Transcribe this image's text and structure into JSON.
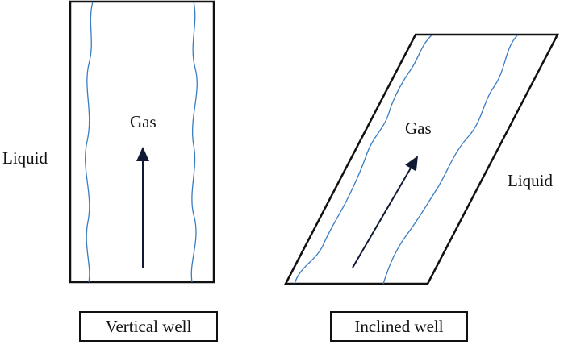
{
  "labels": {
    "liquid_left": "Liquid",
    "gas_vertical": "Gas",
    "gas_inclined": "Gas",
    "liquid_right": "Liquid"
  },
  "captions": {
    "vertical": "Vertical well",
    "inclined": "Inclined well"
  },
  "colors": {
    "outline": "#111111",
    "interface": "#3a7cc2",
    "arrow": "#111a33"
  }
}
